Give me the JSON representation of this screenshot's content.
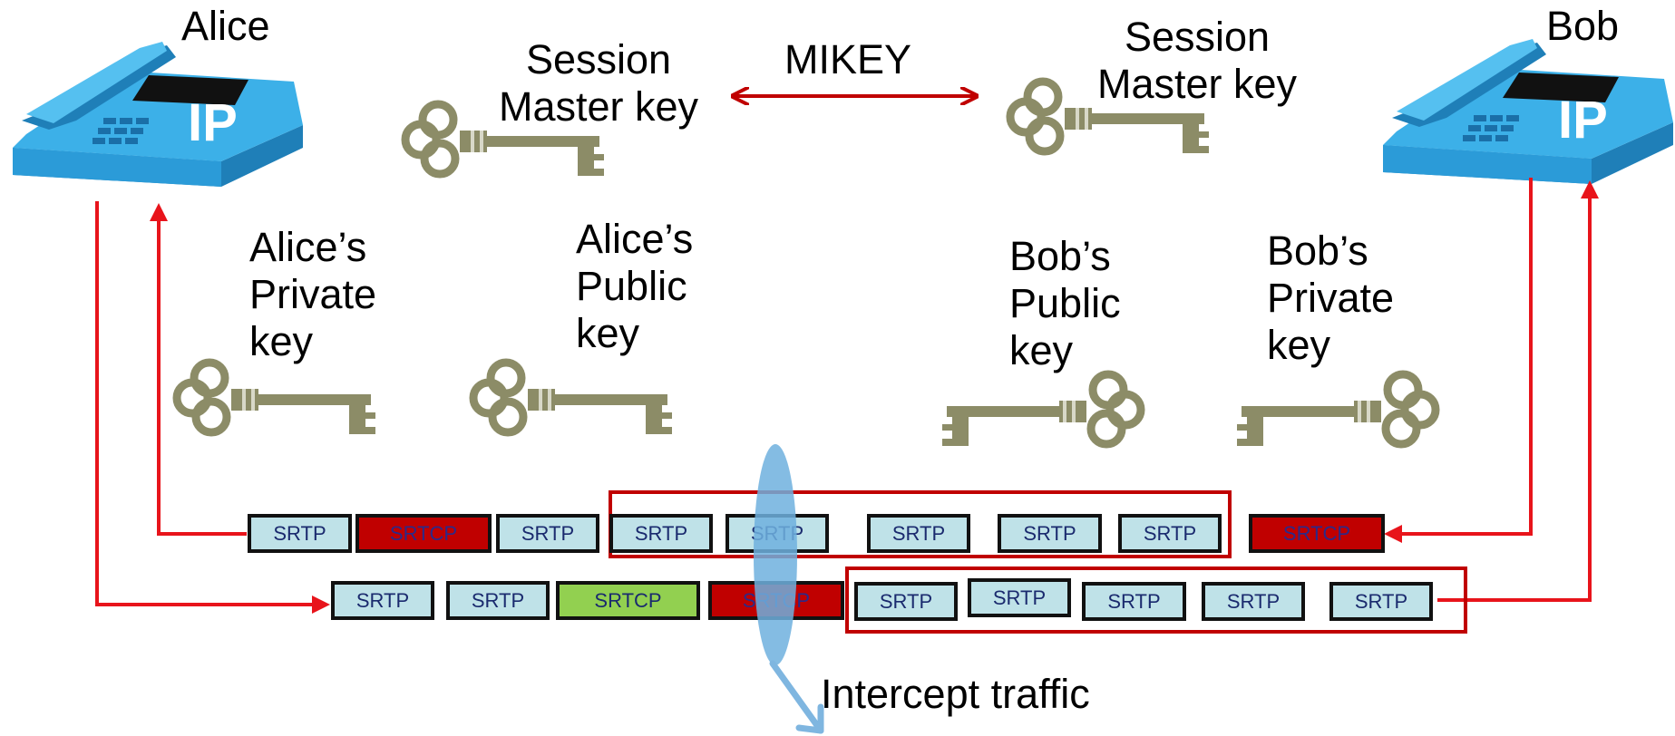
{
  "endpoints": {
    "alice": {
      "name": "Alice",
      "phone_badge": "IP"
    },
    "bob": {
      "name": "Bob",
      "phone_badge": "IP"
    }
  },
  "protocol": {
    "label": "MIKEY"
  },
  "keys": {
    "session_left": [
      "Session",
      "Master key"
    ],
    "session_right": [
      "Session",
      "Master key"
    ],
    "alice_private": [
      "Alice’s",
      "Private",
      "key"
    ],
    "alice_public": [
      "Alice’s",
      "Public",
      "key"
    ],
    "bob_public": [
      "Bob’s",
      "Public",
      "key"
    ],
    "bob_private": [
      "Bob’s",
      "Private",
      "key"
    ]
  },
  "streams": {
    "bob_to_alice": [
      "SRTP",
      "SRTCP",
      "SRTP",
      "SRTP",
      "SRTP",
      "SRTP",
      "SRTP",
      "SRTP",
      "SRTCP"
    ],
    "alice_to_bob": [
      "SRTP",
      "SRTP",
      "SRTCP",
      "SRTCP",
      "SRTP",
      "SRTP",
      "SRTP",
      "SRTP",
      "SRTP"
    ]
  },
  "intercept": {
    "label": "Intercept traffic"
  },
  "colors": {
    "arrow": "#e8141b",
    "mikey_arrow": "#c00000",
    "key": "#8c8c67",
    "phone": "#2b9bd8",
    "packet": "#bfe2e8",
    "srtcp_red": "#c00000",
    "srtcp_green": "#92d050",
    "highlight_box": "#c00000",
    "intercept": "#6fb0de"
  }
}
